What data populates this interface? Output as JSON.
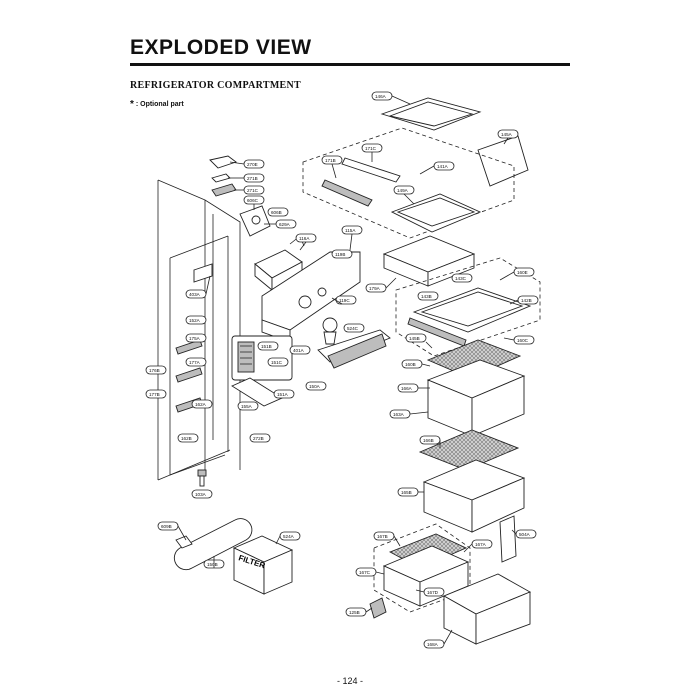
{
  "header": {
    "title": "EXPLODED VIEW",
    "subtitle": "REFRIGERATOR COMPARTMENT",
    "note_marker": "*",
    "note_text": ": Optional part"
  },
  "footer": {
    "page_number": "- 124 -"
  },
  "labels": {
    "l146A": "146A",
    "l145A": "145A",
    "l171C": "171C",
    "l171B": "171B",
    "l141A": "141A",
    "l149A": "149A",
    "l270E": "270E",
    "l271B": "271B",
    "l271C": "271C",
    "l606C": "606C",
    "l606B": "606B",
    "l629A": "629A",
    "l116A": "116A",
    "l115A": "115A",
    "l119B": "119B",
    "l119C": "119C",
    "l403A": "403A",
    "l152A": "152A",
    "l175A": "175A",
    "l177A": "177A",
    "l176B": "176B",
    "l177B": "177B",
    "l162A": "162A",
    "l162B": "162B",
    "l151B": "151B",
    "l151C": "151C",
    "l401A": "401A",
    "l150A": "150A",
    "l151A": "151A",
    "l155A": "155A",
    "l272B": "272B",
    "l103A": "103A",
    "l179A": "179A",
    "l160E": "160E",
    "l143B": "143B",
    "l143C": "143C",
    "l142B": "142B",
    "l160C": "160C",
    "l145B": "145B",
    "l524C": "524C",
    "l160B": "160B",
    "l166A": "166A",
    "l163A": "163A",
    "l166B": "166B",
    "l165B": "165B",
    "l167B": "167B",
    "l167A": "167A",
    "l504A": "504A",
    "l167C": "167C",
    "l167D": "167D",
    "l125B": "125B",
    "l168A": "168A",
    "l609B": "609B",
    "l150B": "150B",
    "l524A": "524A",
    "filter": "FILTER"
  }
}
